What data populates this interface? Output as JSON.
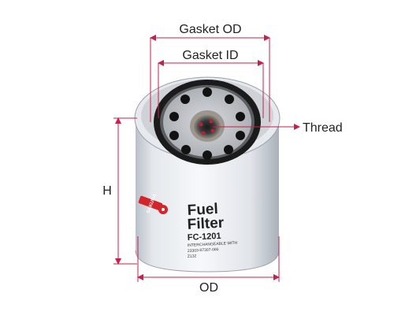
{
  "labels": {
    "gasket_od": "Gasket OD",
    "gasket_id": "Gasket ID",
    "thread": "Thread",
    "height": "H",
    "od": "OD"
  },
  "product": {
    "line1": "Fuel",
    "line2": "Filter",
    "model": "FC-1201",
    "interchange_label": "INTERCHANGEABLE WITH",
    "part_number": "23303-87307-000",
    "code": "Z132",
    "brand": "SAKURA"
  },
  "colors": {
    "dimension_line": "#c8204a",
    "filter_body": "#eef1f4",
    "logo_red": "#d4242a",
    "text": "#222222"
  }
}
